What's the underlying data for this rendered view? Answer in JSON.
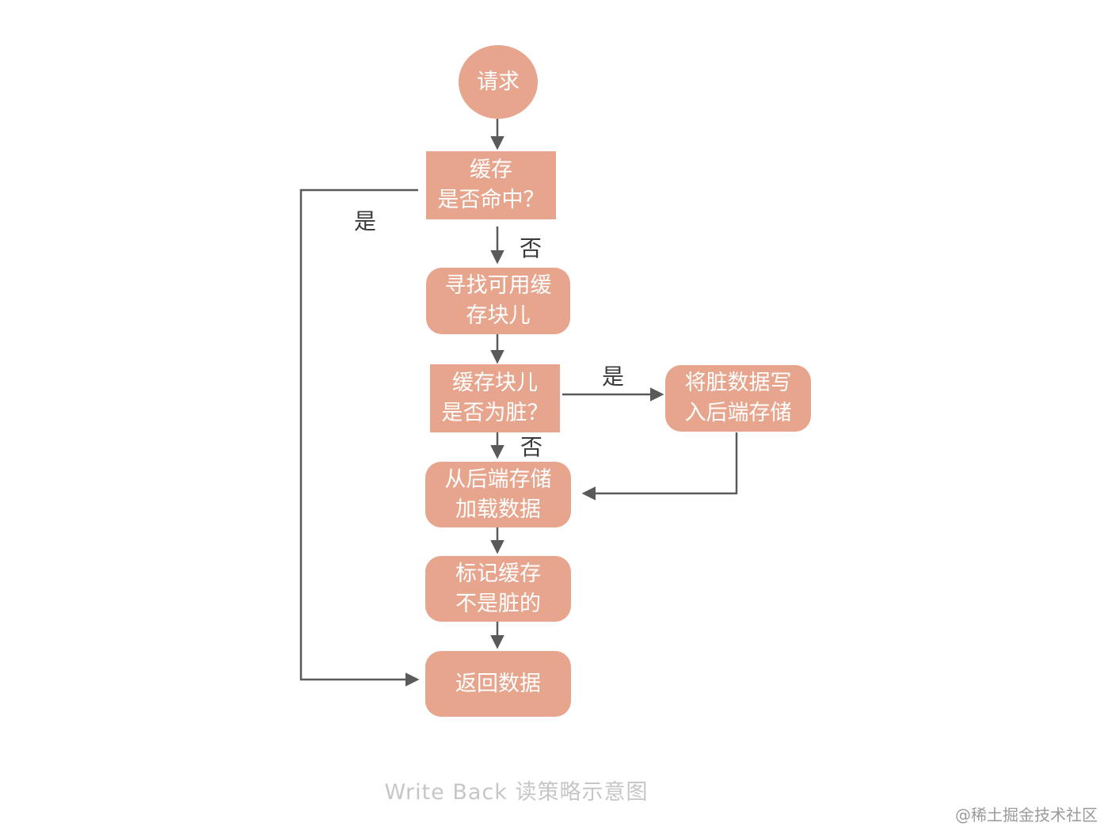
{
  "colors": {
    "node_fill": "#e7a58e",
    "node_text": "#ffffff",
    "edge": "#5a5a5a",
    "label": "#3a3a3a"
  },
  "nodes": {
    "request": "请求",
    "cache_hit": "缓存\n是否命中？",
    "find_block": "寻找可用缓\n存块儿",
    "block_dirty": "缓存块儿\n是否为脏？",
    "write_dirty": "将脏数据写\n入后端存储",
    "load_data": "从后端存储\n加载数据",
    "mark_clean": "标记缓存\n不是脏的",
    "return_data": "返回数据"
  },
  "edge_labels": {
    "hit_yes": "是",
    "hit_no": "否",
    "dirty_yes": "是",
    "dirty_no": "否"
  },
  "caption": "Write Back 读策略示意图",
  "watermark": "@稀土掘金技术社区"
}
